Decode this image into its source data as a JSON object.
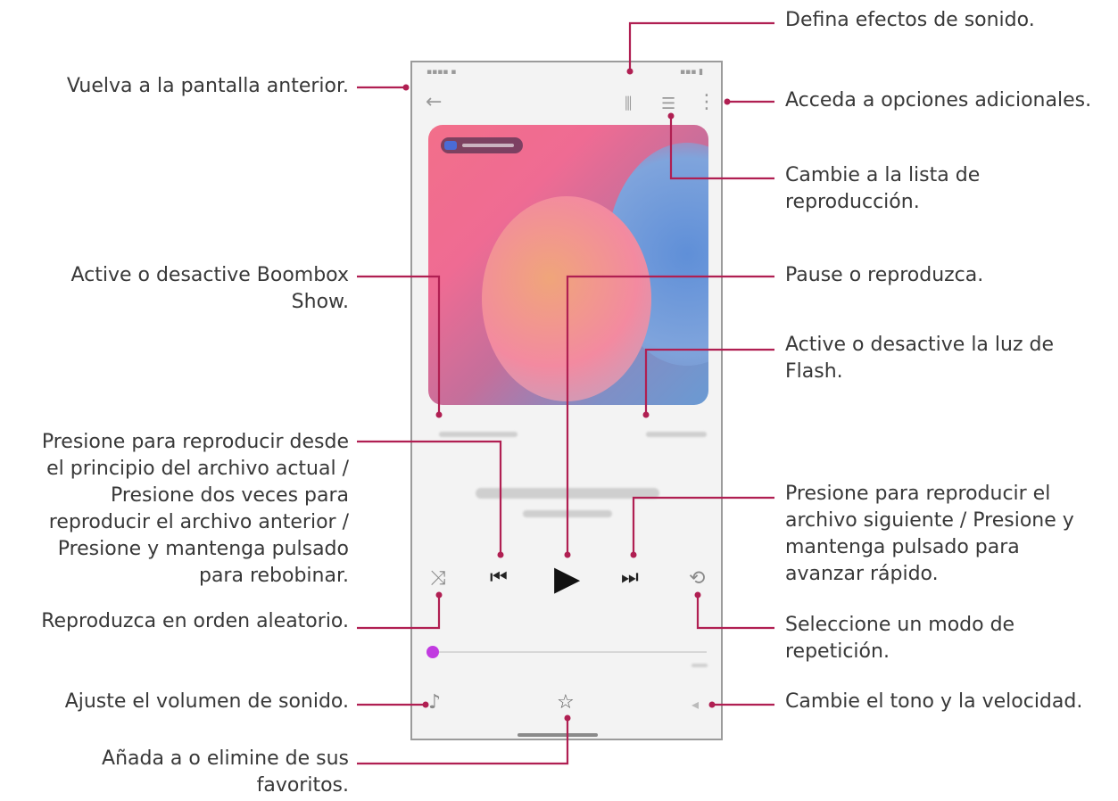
{
  "colors": {
    "leader": "#b01f52",
    "accent": "#c13be0",
    "icon": "#9a9a9a",
    "text": "#383838"
  },
  "labels": {
    "sound_effects": "Defina efectos de sonido.",
    "back": "Vuelva a la pantalla anterior.",
    "more_options": "Acceda a opciones adicionales.",
    "playlist": [
      "Cambie a la lista de",
      "reproducción."
    ],
    "boombox": [
      "Active o desactive Boombox",
      "Show."
    ],
    "play_pause": "Pause o reproduzca.",
    "flash": [
      "Active o desactive la luz de",
      "Flash."
    ],
    "previous": [
      "Presione para reproducir desde",
      "el principio del archivo actual /",
      "Presione dos veces para",
      "reproducir el archivo anterior /",
      "Presione y mantenga pulsado",
      "para rebobinar."
    ],
    "next": [
      "Presione para reproducir el",
      "archivo siguiente / Presione y",
      "mantenga pulsado para",
      "avanzar rápido."
    ],
    "shuffle": "Reproduzca en orden aleatorio.",
    "repeat": [
      "Seleccione un modo de",
      "repetición."
    ],
    "volume": "Ajuste el volumen de sonido.",
    "pitch_speed": "Cambie el tono y la velocidad.",
    "favorites": [
      "Añada a o elimine de sus",
      "favoritos."
    ]
  },
  "icons": {
    "back": "←",
    "equalizer": "⫼",
    "playlist": "☰",
    "more": "⋮",
    "shuffle": "⤨",
    "previous": "⏮",
    "play": "▶",
    "next": "⏭",
    "repeat": "⟲",
    "volume": "♪",
    "favorite": "☆",
    "pitch": "◂"
  }
}
